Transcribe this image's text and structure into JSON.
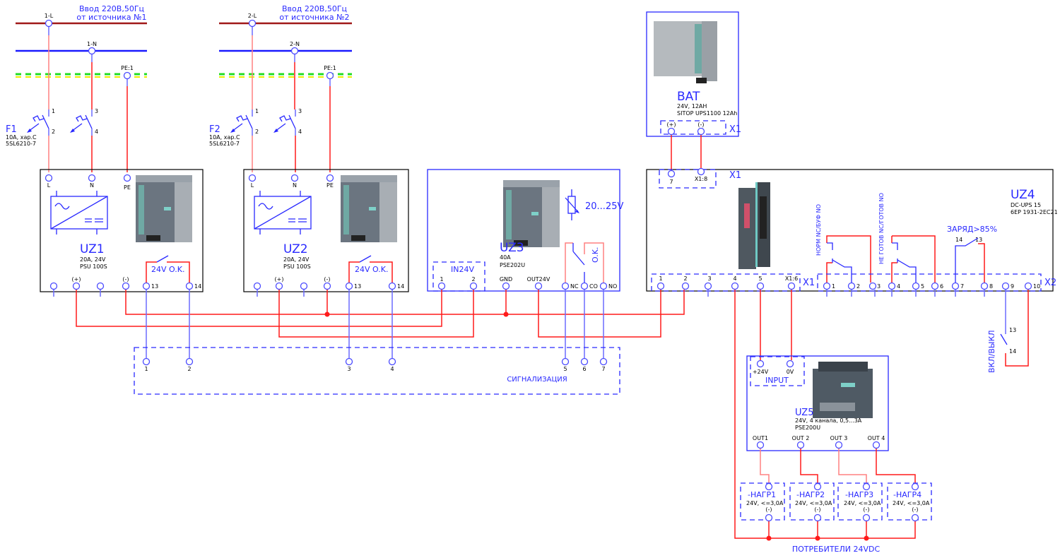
{
  "colors": {
    "phase": "#a01818",
    "neutral": "#1a1aff",
    "pe_green": "#22dd22",
    "pe_yellow": "#eeee00",
    "wire_red": "#ff1a1a",
    "wire_blue": "#6a6aff",
    "label_blue": "#2a2aff"
  },
  "feeds": [
    {
      "title": "Ввод 220В,50Гц",
      "source": "от  источника №1",
      "l": "1-L",
      "n": "1-N",
      "pe": "PE:1"
    },
    {
      "title": "Ввод 220В,50Гц",
      "source": "от  источника №2",
      "l": "2-L",
      "n": "2-N",
      "pe": "PE:1"
    }
  ],
  "breakers": [
    {
      "name": "F1",
      "spec": "10A, хар.С",
      "model": "5SL6210-7",
      "t": [
        "1",
        "2",
        "3",
        "4"
      ]
    },
    {
      "name": "F2",
      "spec": "10A, хар.С",
      "model": "5SL6210-7",
      "t": [
        "1",
        "2",
        "3",
        "4"
      ]
    }
  ],
  "psus": [
    {
      "name": "UZ1",
      "spec": "20A, 24V",
      "model": "PSU 100S",
      "inputs": [
        "L",
        "N",
        "PE"
      ],
      "outputs": [
        "(+)",
        "(-)",
        "13",
        "14"
      ],
      "relay": "24V O.K."
    },
    {
      "name": "UZ2",
      "spec": "20A, 24V",
      "model": "PSU 100S",
      "inputs": [
        "L",
        "N",
        "PE"
      ],
      "outputs": [
        "(+)",
        "(-)",
        "13",
        "14"
      ],
      "relay": "24V O.K."
    }
  ],
  "uz3": {
    "name": "UZ3",
    "spec": "40A",
    "model": "PSE202U",
    "input_group": "IN24V",
    "terminals": [
      "1",
      "2",
      "GND",
      "OUT24V",
      "NC",
      "CO",
      "NO"
    ],
    "adjust": "20...25V",
    "relay": "O.K."
  },
  "bat": {
    "name": "BAT",
    "spec": "24V, 12AH",
    "model": "SITOP UPS1100 12Ah",
    "terminals": [
      "(+)",
      "(-)"
    ],
    "connector": "X1"
  },
  "uz4": {
    "name": "UZ4",
    "spec": "DC-UPS 15",
    "model": "6EP 1931-2EC21",
    "bat_terminals": [
      "7",
      "X1:8"
    ],
    "bat_connector": "X1",
    "x1_terminals": [
      "1",
      "2",
      "3",
      "4",
      "5",
      "X1:6"
    ],
    "x1": "X1",
    "x2_terminals": [
      "1",
      "2",
      "3",
      "4",
      "5",
      "6",
      "7",
      "8",
      "9",
      "10"
    ],
    "x2": "X2",
    "relay1": "НОРМ NC/БУФ NO",
    "relay2": "НЕ ГОТОВ NC/ГОТОВ NO",
    "charge": "ЗАРЯД>85%",
    "charge_t": [
      "14",
      "13"
    ]
  },
  "switch": {
    "label": "ВКЛ/ВЫКЛ",
    "t": [
      "13",
      "14"
    ]
  },
  "uz5": {
    "name": "UZ5",
    "spec": "24V, 4 канала, 0,5...3A",
    "model": "PSE200U",
    "input_group": "INPUT",
    "inputs": [
      "+24V",
      "0V"
    ],
    "outputs": [
      "OUT1",
      "OUT 2",
      "OUT 3",
      "OUT 4"
    ]
  },
  "loads": [
    {
      "name": "-НАГР1",
      "spec": "24V, <=3,0A",
      "minus": "(-)"
    },
    {
      "name": "-НАГР2",
      "spec": "24V, <=3,0A",
      "minus": "(-)"
    },
    {
      "name": "-НАГР3",
      "spec": "24V, <=3,0A",
      "minus": "(-)"
    },
    {
      "name": "-НАГР4",
      "spec": "24V, <=3,0A",
      "minus": "(-)"
    }
  ],
  "loads_label": "ПОТРЕБИТЕЛИ 24VDC",
  "signal": {
    "label": "СИГНАЛИЗАЦИЯ",
    "terminals": [
      "1",
      "2",
      "3",
      "4",
      "5",
      "6",
      "7"
    ]
  }
}
